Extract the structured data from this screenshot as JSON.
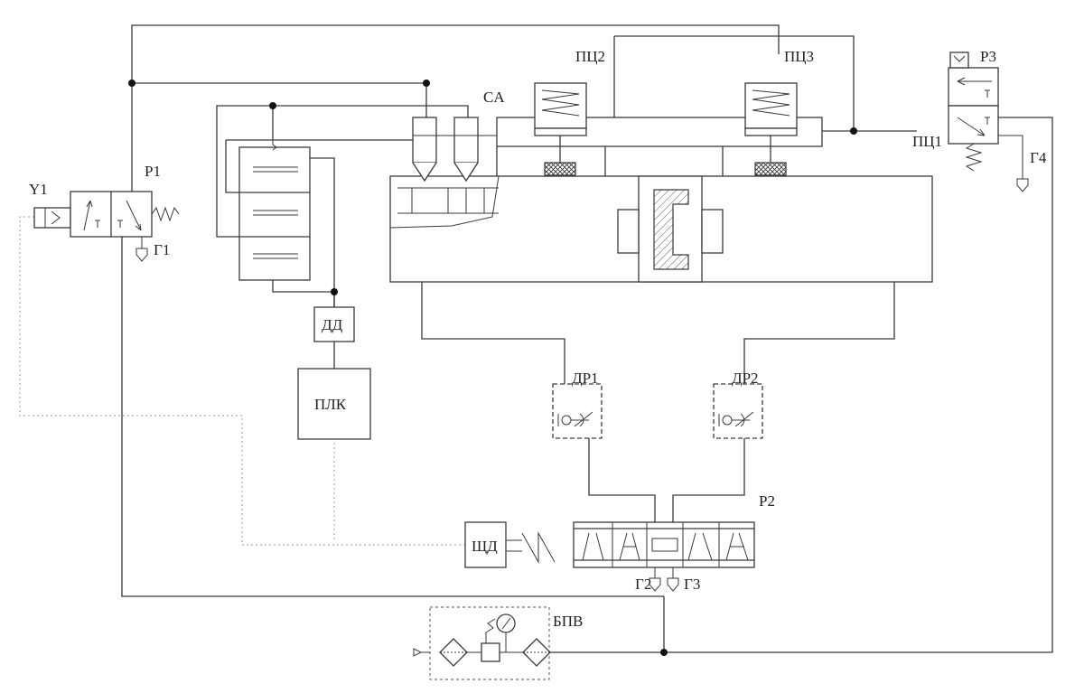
{
  "labels": {
    "y1": "Y1",
    "p1": "P1",
    "g1": "Г1",
    "ca": "CA",
    "pc2": "ПЦ2",
    "pc3": "ПЦ3",
    "p3": "P3",
    "pc1": "ПЦ1",
    "g4": "Г4",
    "dd": "ДД",
    "plk": "ПЛК",
    "dr1": "ДР1",
    "dr2": "ДР2",
    "p2": "P2",
    "shd": "ЩД",
    "g2": "Г2",
    "g3": "Г3",
    "bpv": "БПВ"
  },
  "icons": {
    "valve": "valve-icon",
    "spring": "spring-icon",
    "solenoid": "solenoid-icon",
    "exhaust": "exhaust-icon",
    "throttle": "throttle-icon",
    "filter": "filter-icon",
    "gauge": "gauge-icon"
  }
}
